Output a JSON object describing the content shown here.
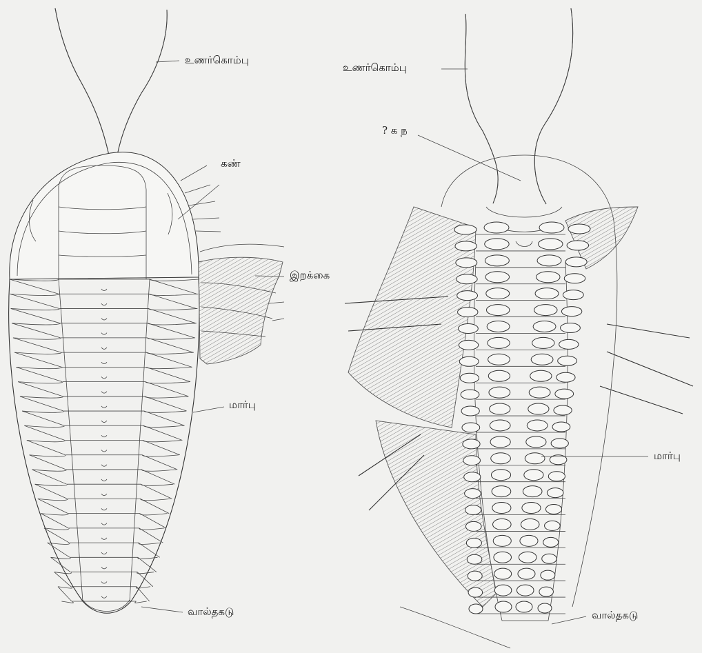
{
  "figure": {
    "left": {
      "labels": {
        "antenna": "உணர்கொம்பு",
        "eye": "கண்",
        "wing": "இறக்கை",
        "thorax": "மார்பு",
        "tail_shield": "வால்தகடு"
      }
    },
    "right": {
      "labels": {
        "antenna": "உணர்கொம்பு",
        "mouth": "? க ந",
        "thorax": "மார்பு",
        "tail_shield": "வால்தகடு"
      }
    }
  }
}
